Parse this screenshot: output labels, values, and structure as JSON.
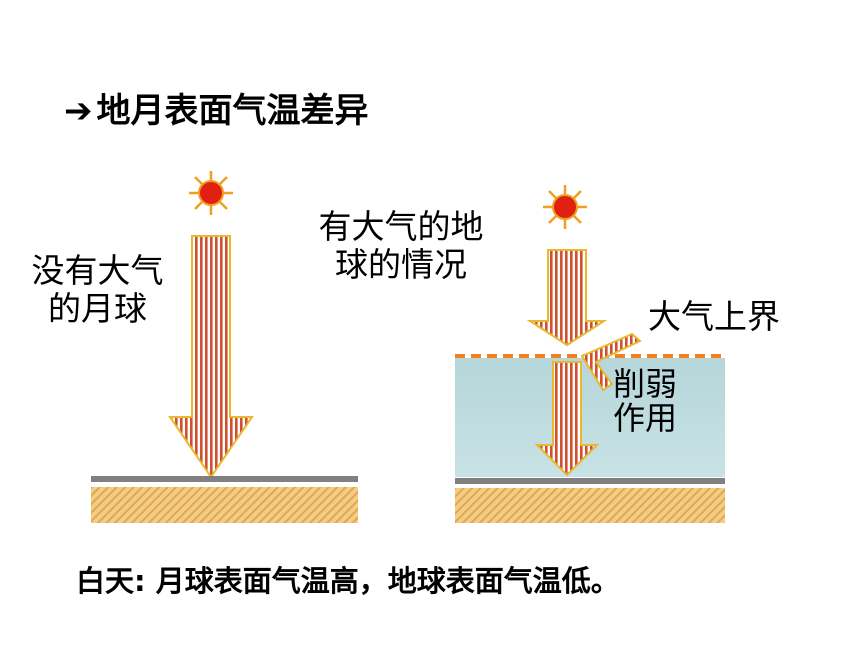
{
  "title": {
    "bullet": "➔",
    "text": "地月表面气温差异"
  },
  "moon_label": {
    "line1": "没有大气",
    "line2": "的月球"
  },
  "earth_label": {
    "line1": "有大气的地",
    "line2": "球的情况"
  },
  "atmosphere_top_label": "大气上界",
  "weakening_label": {
    "line1": "削弱",
    "line2": "作用"
  },
  "caption": "白天: 月球表面气温高，地球表面气温低。",
  "colors": {
    "arrow_stripe": "#d05030",
    "arrow_border": "#e8b830",
    "sun_core": "#e02010",
    "sun_ray": "#f0a020",
    "atmosphere": "#b8d8dc",
    "boundary": "#f08020",
    "ground": "#f0c070",
    "surface": "#808080"
  }
}
